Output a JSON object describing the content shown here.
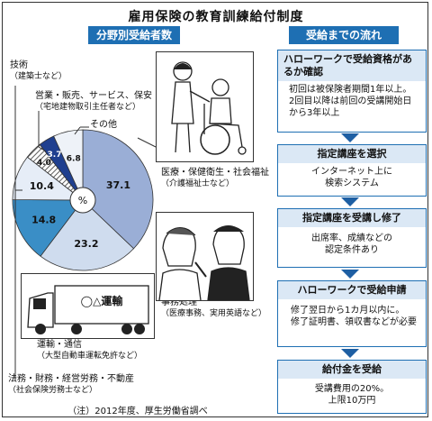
{
  "title": "雇用保険の教育訓練給付制度",
  "left_panel": {
    "header": "分野別受給者数",
    "center_label": "%",
    "labels": {
      "gijutsu": {
        "name": "技術",
        "sub": "（建築士など）"
      },
      "eigyo": {
        "name": "営業・販売、サービス、保安",
        "sub": "（宅地建物取引主任者など）"
      },
      "sonota": {
        "name": "その他"
      },
      "iryo": {
        "name": "医療・保健衛生・社会福祉",
        "sub": "（介護福祉士など）"
      },
      "jimu": {
        "name": "事務処理",
        "sub": "（医療事務、実用英語など）"
      },
      "unyu": {
        "name": "運輸・通信",
        "sub": "（大型自動車運転免許など）"
      },
      "homu": {
        "name": "法務・財務・経営労務・不動産",
        "sub": "（社会保険労務士など）"
      }
    },
    "truck_label": "◯△運輸"
  },
  "chart_data": {
    "type": "pie",
    "slices": [
      {
        "label": "医療・保健衛生・社会福祉",
        "value": 37.1,
        "color": "#9aaed6"
      },
      {
        "label": "事務処理",
        "value": 23.2,
        "color": "#cfdcee"
      },
      {
        "label": "運輸・通信",
        "value": 14.8,
        "color": "#3a8ec6"
      },
      {
        "label": "法務・財務・経営労務・不動産",
        "value": 10.4,
        "color": "#e6edf7"
      },
      {
        "label": "技術",
        "value": 4.0,
        "color": "hatch"
      },
      {
        "label": "営業・販売、サービス、保安",
        "value": 3.7,
        "color": "#1f3f8f"
      },
      {
        "label": "その他",
        "value": 6.8,
        "color": "#eef2f8"
      }
    ],
    "value_labels": [
      "37.1",
      "23.2",
      "14.8",
      "10.4",
      "4.0",
      "3.7",
      "6.8"
    ]
  },
  "right_panel": {
    "header": "受給までの流れ",
    "steps": [
      {
        "head": "ハローワークで受給資格があるか確認",
        "body": [
          "初回は被保険者期間1年以上。",
          "2回目以降は前回の受講開始日",
          "から3年以上"
        ]
      },
      {
        "head": "指定講座を選択",
        "body": [
          "インターネット上に",
          "検索システム"
        ]
      },
      {
        "head": "指定講座を受講し修了",
        "body": [
          "出席率、成績などの",
          "認定条件あり"
        ]
      },
      {
        "head": "ハローワークで受給申請",
        "body": [
          "修了翌日から1カ月以内に。",
          "修了証明書、領収書などが必要"
        ]
      },
      {
        "head": "給付金を受給",
        "body": [
          "受講費用の20%。",
          "上限10万円"
        ]
      }
    ]
  },
  "note": "（注）2012年度、厚生労働省調べ"
}
